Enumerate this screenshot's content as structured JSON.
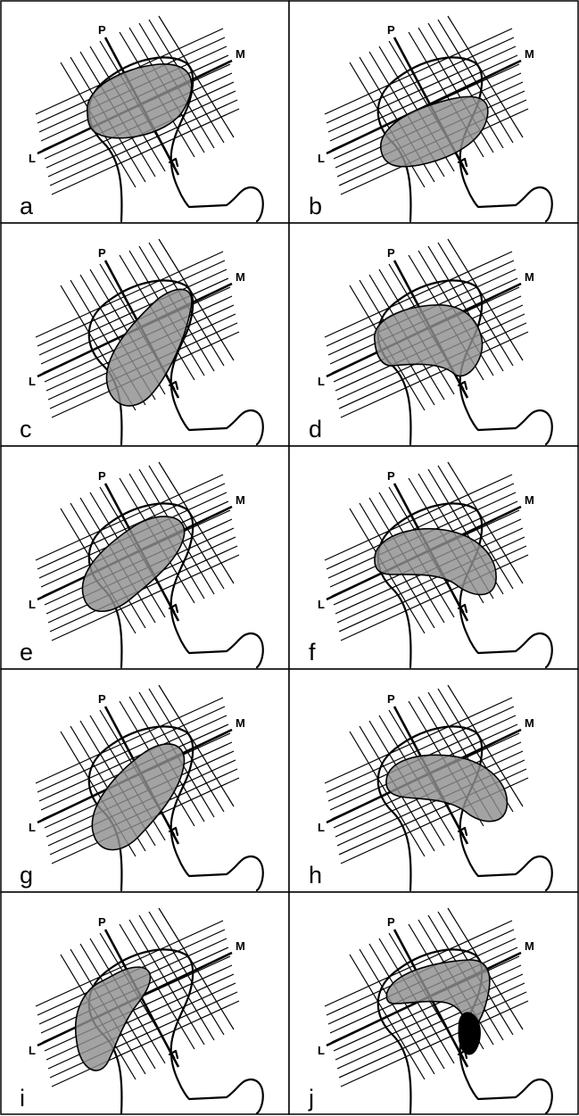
{
  "axis_labels": {
    "posterior": "P",
    "medial": "M",
    "lateral": "L"
  },
  "panels": [
    {
      "label": "a",
      "shape": "a"
    },
    {
      "label": "b",
      "shape": "b"
    },
    {
      "label": "c",
      "shape": "c"
    },
    {
      "label": "d",
      "shape": "d"
    },
    {
      "label": "e",
      "shape": "e"
    },
    {
      "label": "f",
      "shape": "f"
    },
    {
      "label": "g",
      "shape": "g"
    },
    {
      "label": "h",
      "shape": "h"
    },
    {
      "label": "i",
      "shape": "i"
    },
    {
      "label": "j",
      "shape": "j"
    }
  ]
}
